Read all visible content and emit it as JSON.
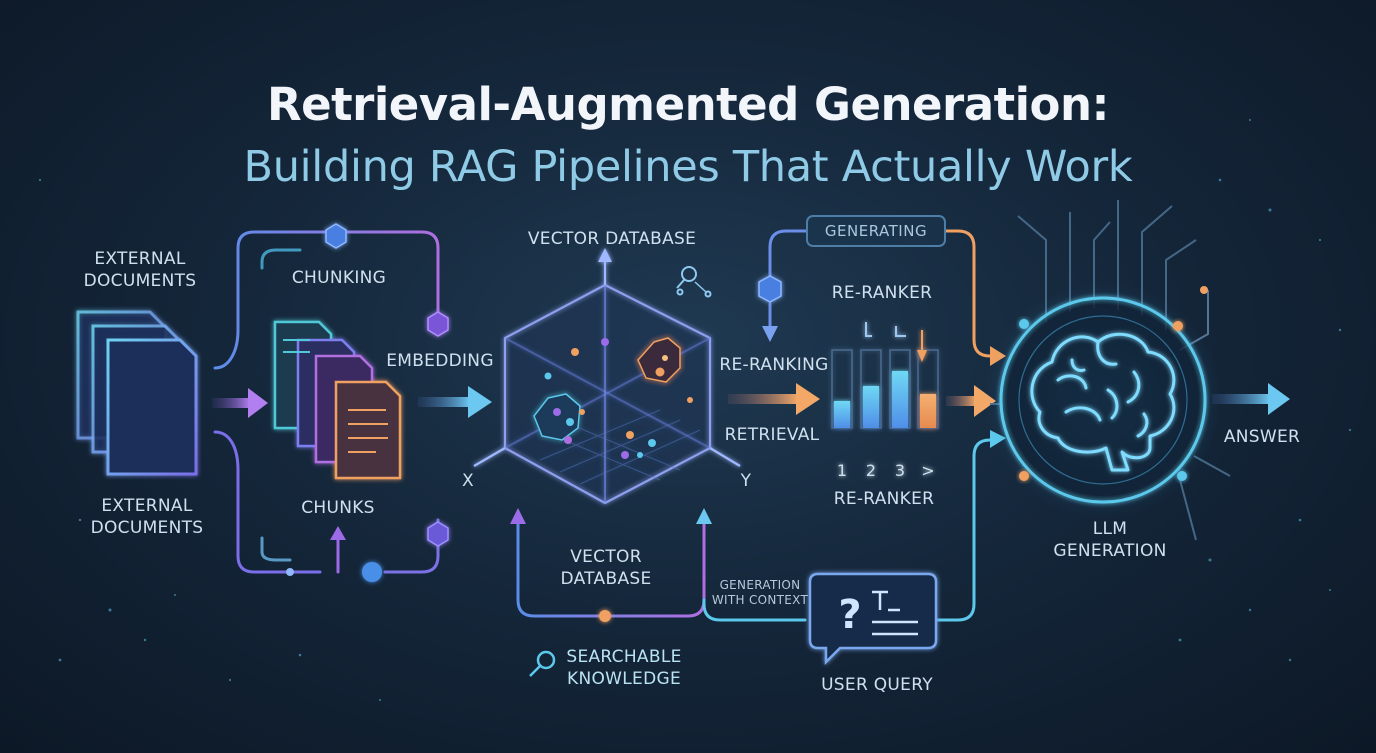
{
  "title": {
    "line1": "Retrieval-Augmented Generation:",
    "line2": "Building RAG Pipelines That Actually Work"
  },
  "labels": {
    "external_documents_top": "EXTERNAL\nDOCUMENTS",
    "external_documents_bottom": "EXTERNAL\nDOCUMENTS",
    "chunking": "CHUNKING",
    "chunks": "CHUNKS",
    "embedding": "EMBEDDING",
    "vector_database_top": "VECTOR DATABASE",
    "vector_database_bottom": "VECTOR\nDATABASE",
    "axis_x": "X",
    "axis_y": "Y",
    "searchable_knowledge": "SEARCHABLE\nKNOWLEDGE",
    "generating": "GENERATING",
    "re_ranker_top": "RE-RANKER",
    "re_ranker_bottom": "RE-RANKER",
    "re_ranking": "RE-RANKING",
    "retrieval": "RETRIEVAL",
    "generation_with_context": "GENERATION\nWITH CONTEXT",
    "user_query": "USER QUERY",
    "llm_generation": "LLM\nGENERATION",
    "answer": "ANSWER"
  },
  "rank_bars": {
    "labels": [
      "1",
      "2",
      "3",
      ">"
    ],
    "levels": [
      0.35,
      0.55,
      0.75,
      0.45
    ]
  },
  "colors": {
    "cyan": "#5cd0ef",
    "blue": "#5b8de8",
    "violet": "#9b6be8",
    "purple": "#b06fe0",
    "orange": "#f0a060",
    "text": "#cfe0ee"
  },
  "icons": [
    "document-stack-icon",
    "chunk-files-icon",
    "hexagon-node-icon",
    "vector-cube-icon",
    "search-icon",
    "bar-chart-icon",
    "brain-icon",
    "query-bubble-icon",
    "arrow-right-icon"
  ]
}
